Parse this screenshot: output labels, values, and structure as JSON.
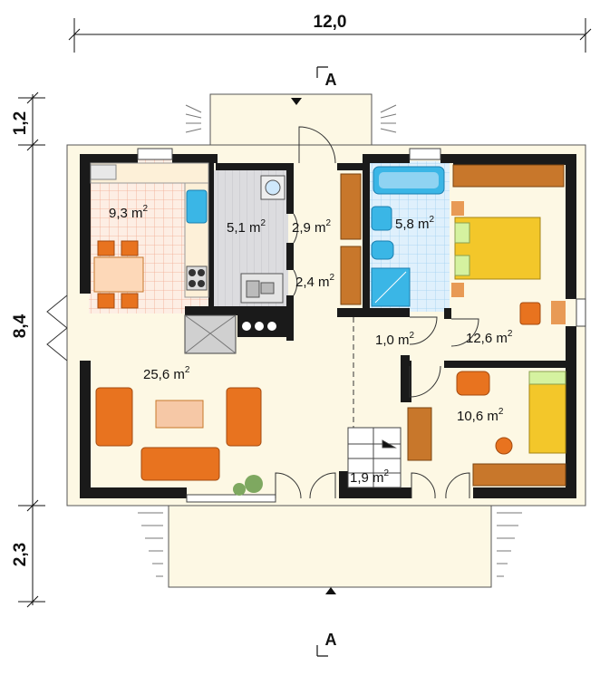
{
  "plan": {
    "dimensions": {
      "width": "12,0",
      "depth": "8,4",
      "front_ext": "1,2",
      "back_ext": "2,3"
    },
    "section_marks": [
      "A",
      "A"
    ],
    "rooms": [
      {
        "id": "kitchen",
        "area": "9,3",
        "unit": "m",
        "exp": "2"
      },
      {
        "id": "utility",
        "area": "5,1",
        "unit": "m",
        "exp": "2"
      },
      {
        "id": "vestibule",
        "area": "2,9",
        "unit": "m",
        "exp": "2"
      },
      {
        "id": "hall-closet",
        "area": "2,4",
        "unit": "m",
        "exp": "2"
      },
      {
        "id": "bathroom",
        "area": "5,8",
        "unit": "m",
        "exp": "2"
      },
      {
        "id": "bedroom-1",
        "area": "12,6",
        "unit": "m",
        "exp": "2"
      },
      {
        "id": "corridor",
        "area": "1,0",
        "unit": "m",
        "exp": "2"
      },
      {
        "id": "living-room",
        "area": "25,6",
        "unit": "m",
        "exp": "2"
      },
      {
        "id": "bedroom-2",
        "area": "10,6",
        "unit": "m",
        "exp": "2"
      },
      {
        "id": "stair",
        "area": "1,9",
        "unit": "m",
        "exp": "2"
      }
    ],
    "colors": {
      "wall": "#1a1a1a",
      "floor": "#fdf8e4",
      "kitchen_tile": "#f7c6b6",
      "bath_tile": "#cfe8fb",
      "utility": "#d9d9db",
      "wood": "#c8772b",
      "sofa": "#e8731f",
      "bed": "#f3c72a",
      "fixture": "#3ab6e6"
    }
  }
}
